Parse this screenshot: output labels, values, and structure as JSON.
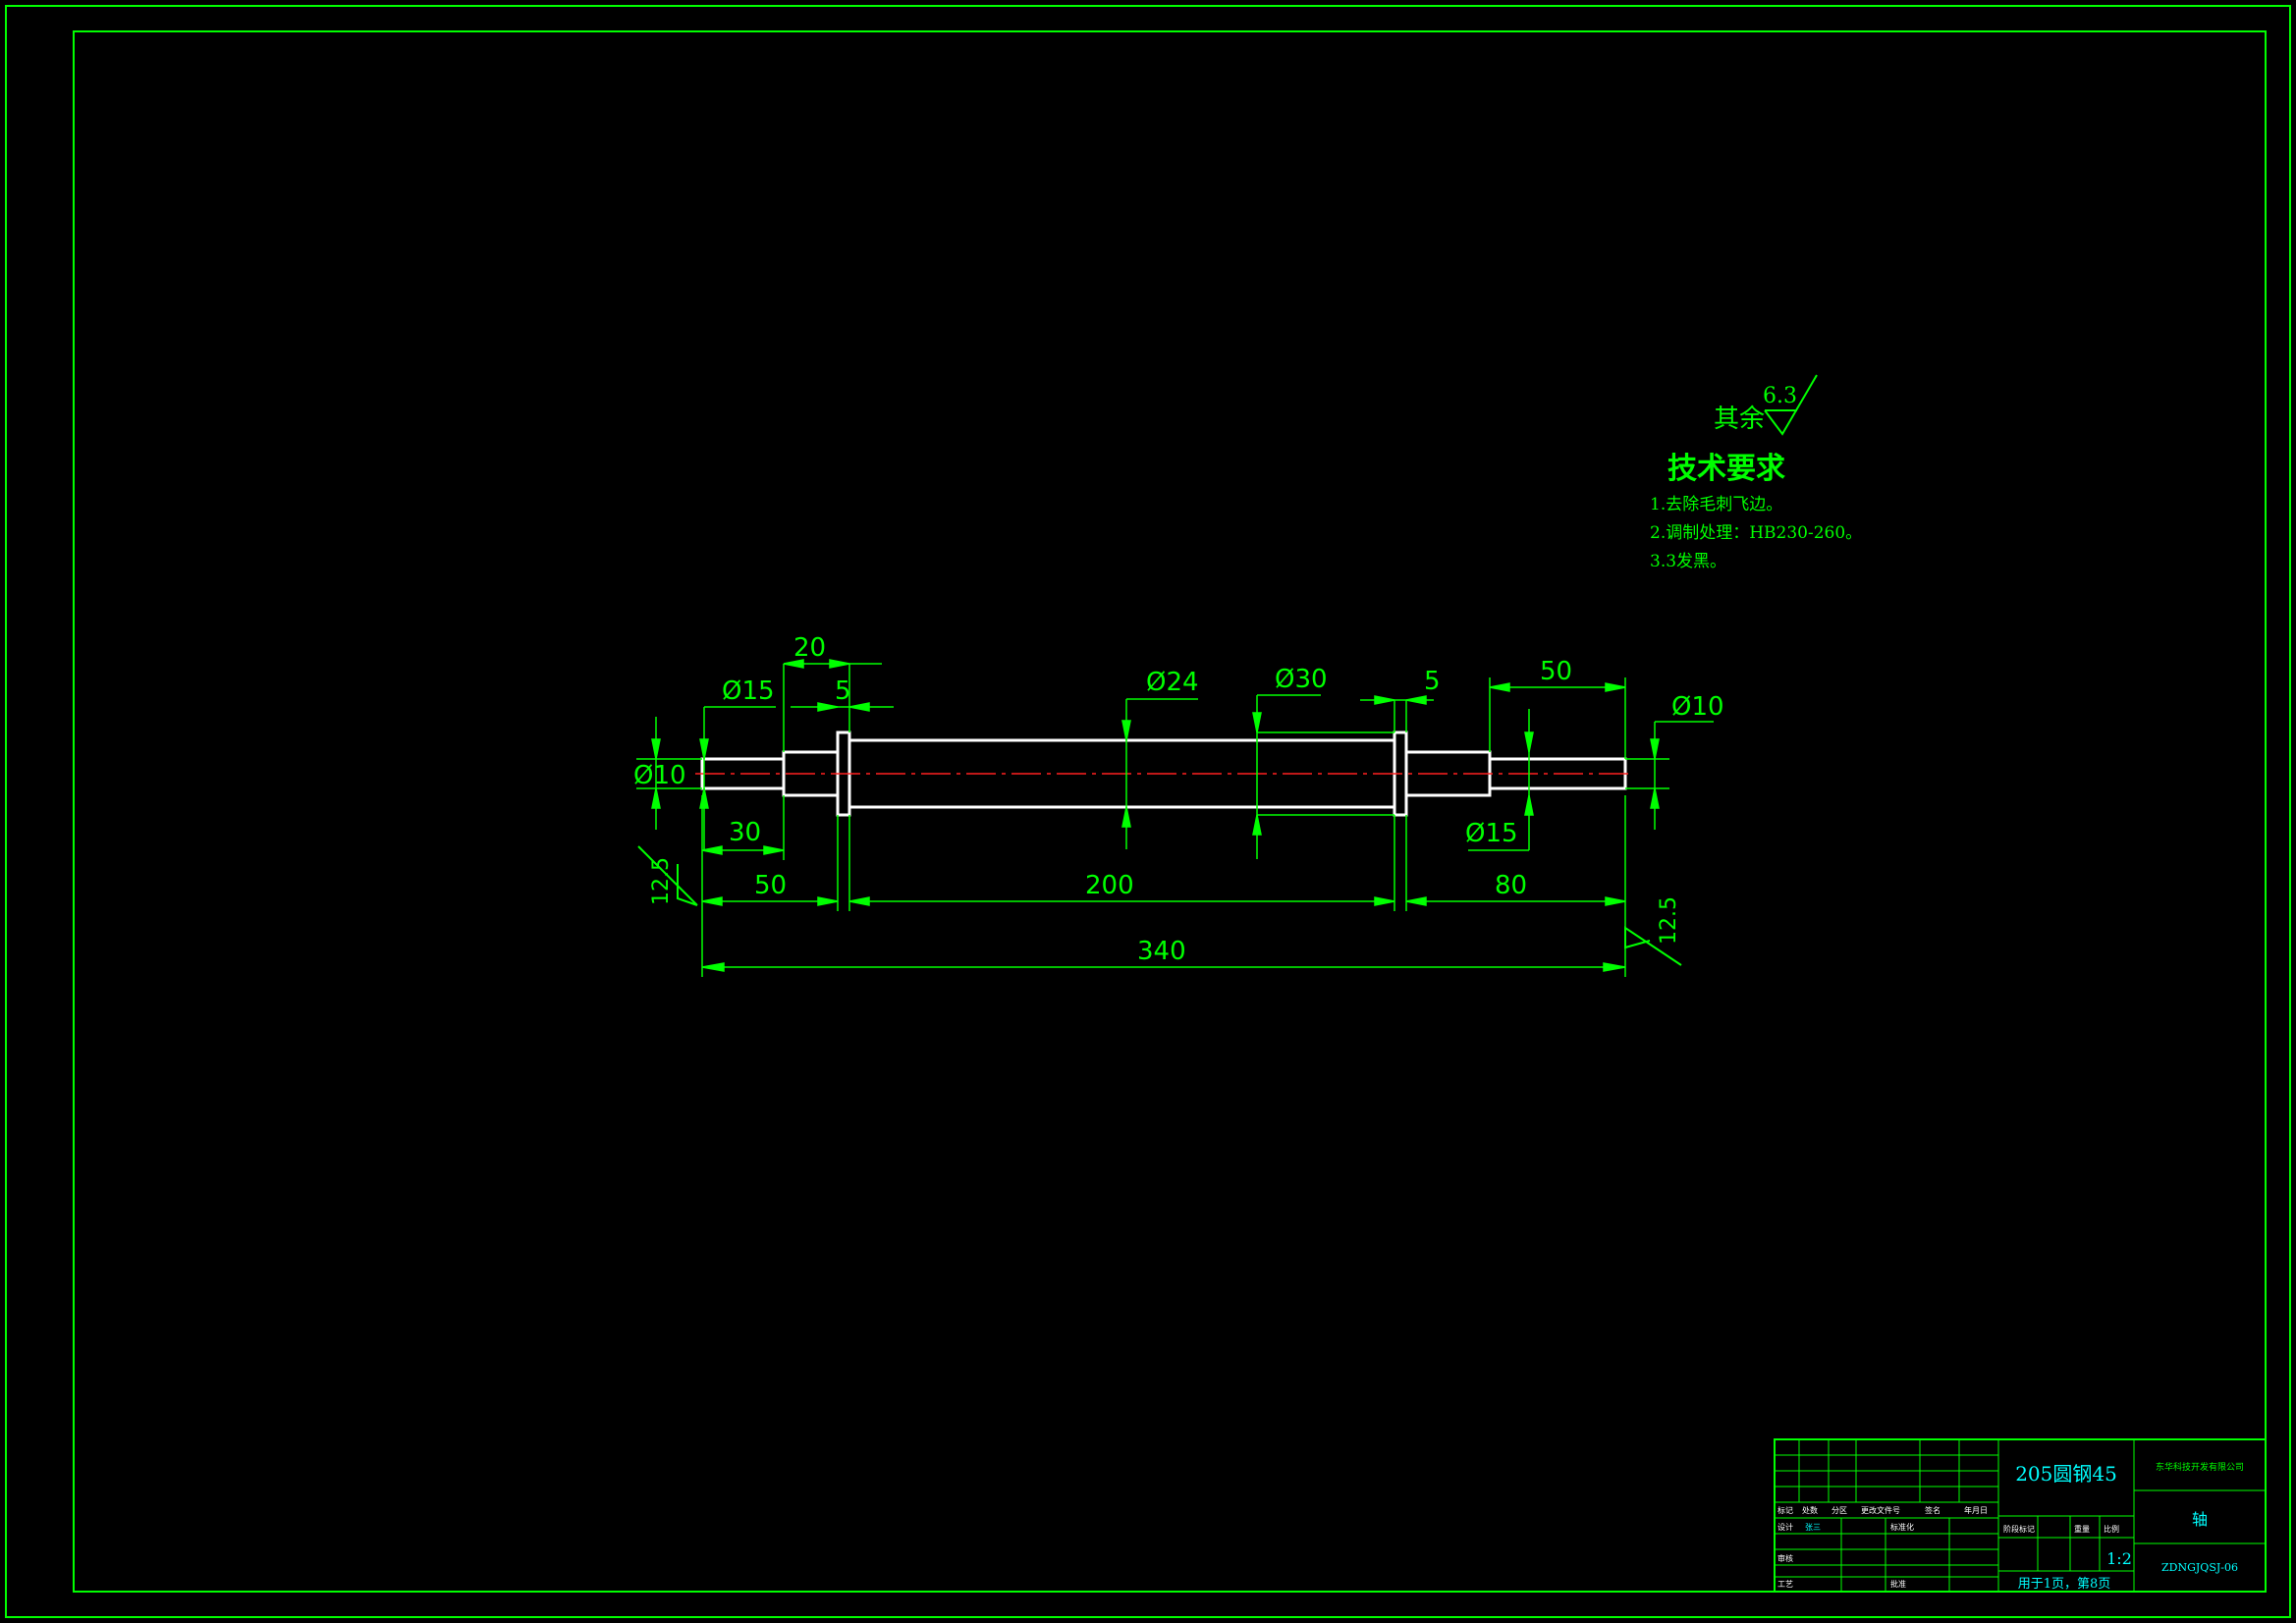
{
  "dimensions": {
    "total_length": "340",
    "seg_left_50": "50",
    "seg_mid_200": "200",
    "seg_right_80": "80",
    "seg_left_30": "30",
    "seg_top_20": "20",
    "seg_top_5_left": "5",
    "seg_top_5_right": "5",
    "seg_top_50": "50",
    "dia_left_10": "Ø10",
    "dia_left_15": "Ø15",
    "dia_24": "Ø24",
    "dia_30": "Ø30",
    "dia_right_10": "Ø10",
    "dia_right_15": "Ø15",
    "rough_left": "12.5",
    "rough_right": "12.5"
  },
  "roughness_note": {
    "label": "其余",
    "value": "6.3"
  },
  "tech_requirements": {
    "title": "技术要求",
    "items": [
      "1.去除毛刺飞边。",
      "2.调制处理：HB230-260。",
      "3.3发黑。"
    ]
  },
  "title_block": {
    "material": "205圆钢45",
    "company": "东华科技开发有限公司",
    "part_name": "轴",
    "drawing_no": "ZDNGJQSJ-06",
    "scale": "1:2",
    "sheets": "用于1页，第8页",
    "col_mark": "标记",
    "col_count": "处数",
    "col_zone": "分区",
    "col_doc": "更改文件号",
    "col_sign": "签名",
    "col_date": "年月日",
    "row_design": "设计",
    "row_std": "标准化",
    "row_review": "审核",
    "row_process": "工艺",
    "row_approve": "批准",
    "designer": "张三",
    "stage_mark": "阶段标记",
    "weight": "重量",
    "ratio": "比例"
  },
  "colors": {
    "frame": "#00ff00",
    "part_outline": "#ffffff",
    "centerline": "#ff2020",
    "title_text": "#00ffff"
  }
}
